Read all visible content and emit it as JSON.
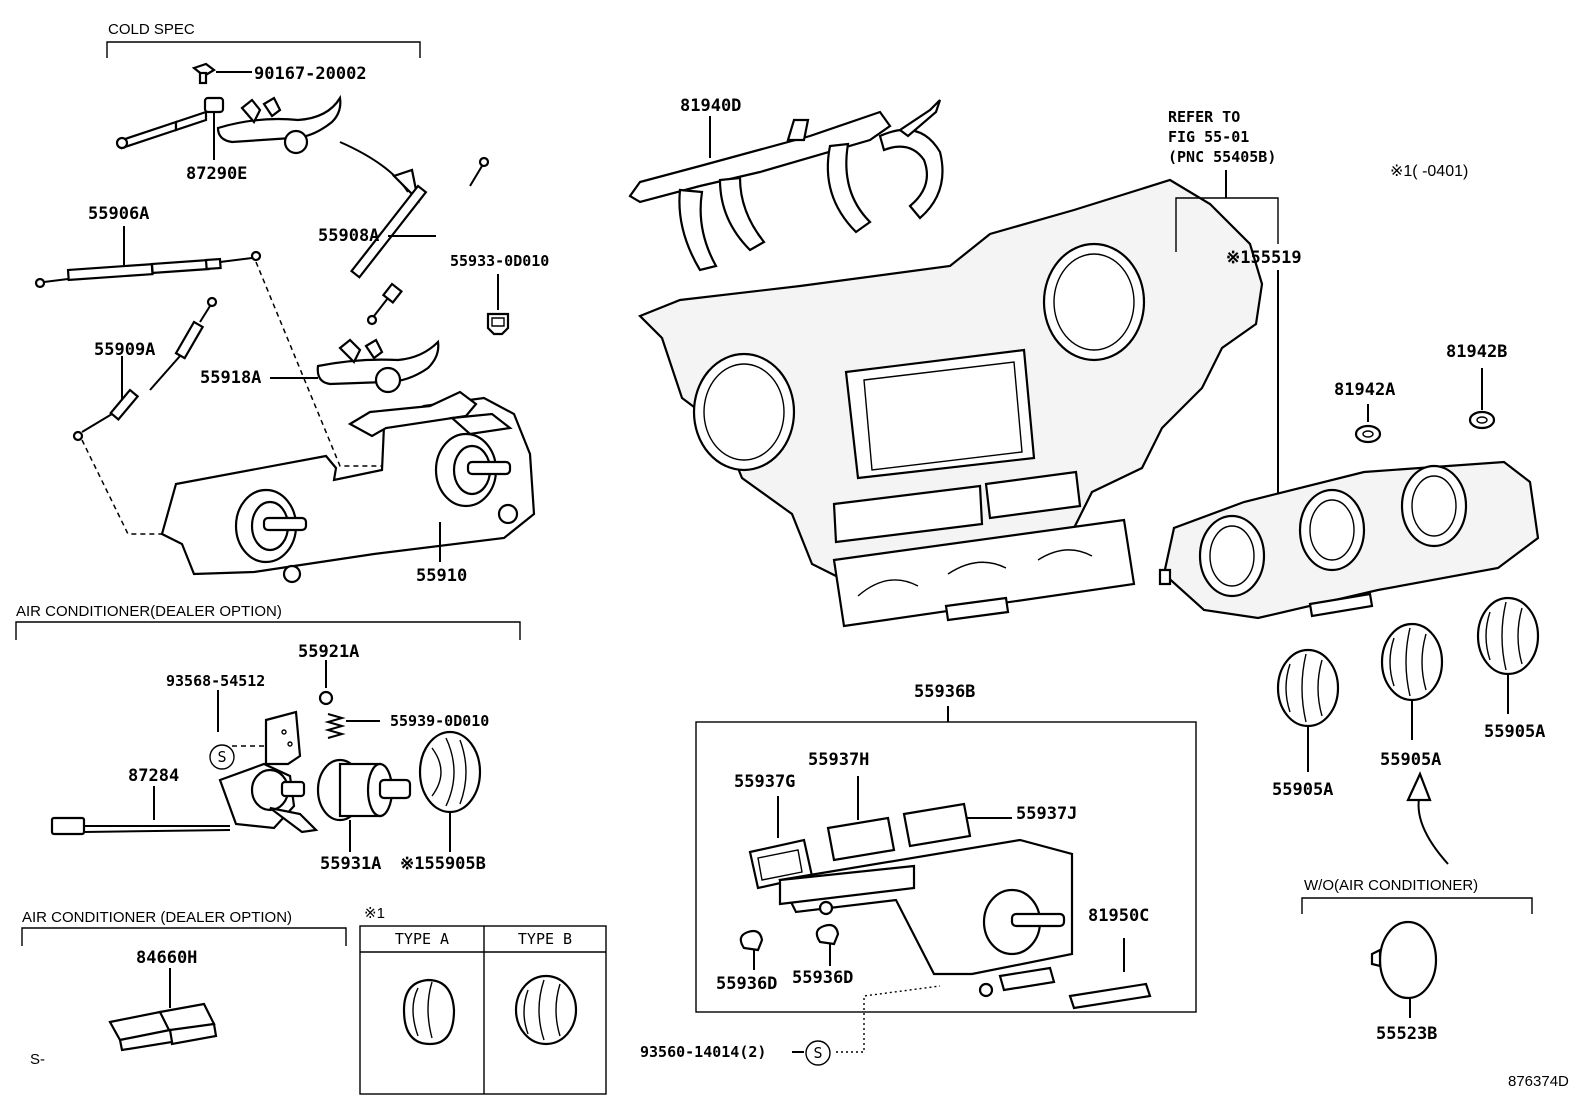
{
  "sections": {
    "cold_spec": "COLD SPEC",
    "air_conditioner_option_1": "AIR CONDITIONER(DEALER OPTION)",
    "air_conditioner_option_2": "AIR CONDITIONER (DEALER OPTION)",
    "without_air_conditioner": "W/O(AIR CONDITIONER)"
  },
  "refer": {
    "line1": "REFER TO",
    "line2": "FIG 55-01",
    "line3": "(PNC 55405B)"
  },
  "date_note": "※1(     -0401)",
  "footnote_mark": "※1",
  "type_table": {
    "type_a": "TYPE A",
    "type_b": "TYPE B"
  },
  "parts": {
    "p90167_20002": "90167-20002",
    "p87290e": "87290E",
    "p55906a": "55906A",
    "p55908a": "55908A",
    "p55933_0d010": "55933-0D010",
    "p55909a": "55909A",
    "p55918a": "55918A",
    "p55910": "55910",
    "p55921a": "55921A",
    "p93568_54512": "93568-54512",
    "p55939_0d010": "55939-0D010",
    "p87284": "87284",
    "p55931a": "55931A",
    "p55905b": "※155905B",
    "p84660h": "84660H",
    "p81940d": "81940D",
    "p55519": "※155519",
    "p81942a": "81942A",
    "p81942b": "81942B",
    "p55936b": "55936B",
    "p55937g": "55937G",
    "p55937h": "55937H",
    "p55937j": "55937J",
    "p81950c": "81950C",
    "p55936d_1": "55936D",
    "p55936d_2": "55936D",
    "p93560_14014": "93560-14014(2)",
    "p55905a_1": "55905A",
    "p55905a_2": "55905A",
    "p55905a_3": "55905A",
    "p55523b": "55523B"
  },
  "screw_symbol": "S",
  "page_mark": "S-",
  "figure_code": "876374D"
}
